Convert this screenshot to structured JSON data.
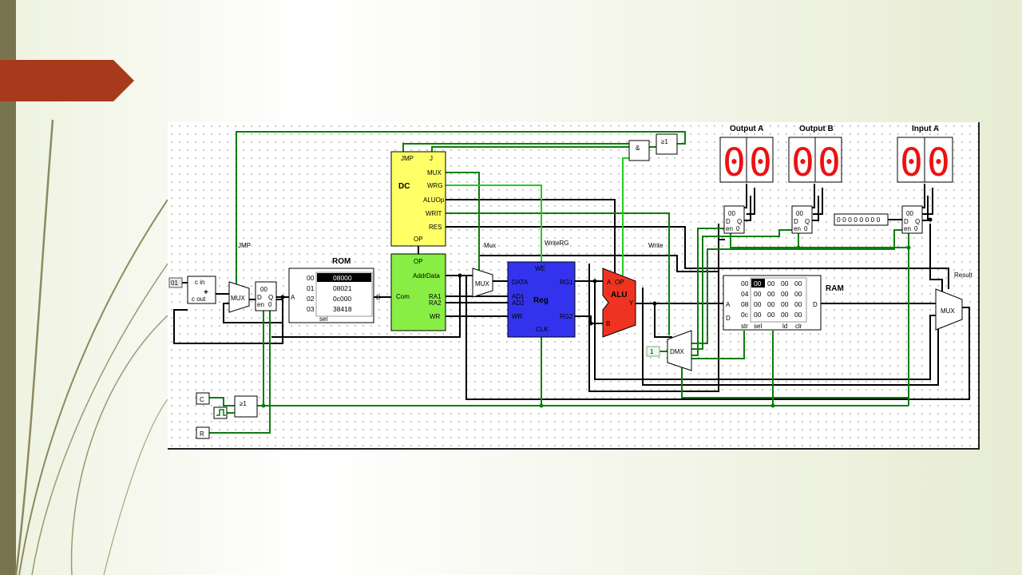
{
  "colors": {
    "wire_dark": "#000000",
    "wire_active": "#0b7d0b",
    "wire_light": "#22cc22",
    "decoder": "#ffff66",
    "controller": "#88ee44",
    "register_file": "#3333ee",
    "alu": "#ee3322",
    "digit": "#ee1111",
    "accent": "#a63a1a"
  },
  "labels": {
    "output_a": "Output A",
    "output_b": "Output B",
    "input_a": "Input A",
    "rom": "ROM",
    "ram": "RAM",
    "dc": "DC",
    "reg": "Reg",
    "alu": "ALU",
    "result": "Result",
    "jmp_wire": "JMP",
    "mux_wire": "Mux",
    "writerg_wire": "WriteRG",
    "write_wire": "Write",
    "const_01": "01",
    "const_1": "1",
    "clock_button": "C",
    "reset_button": "R",
    "and_gate": "&",
    "or_gate": "≥1",
    "or_gate2": "≥1",
    "mux": "MUX",
    "dmx": "DMX",
    "plus": "+",
    "cin": "c in",
    "cout": "c out",
    "reg_d": "D",
    "reg_q": "Q",
    "reg_en": "en",
    "val_00": "00",
    "val_0": "0",
    "rom_a": "A",
    "rom_d": "D",
    "rom_sel": "sel"
  },
  "seven_segment": {
    "output_a": [
      "0",
      "0"
    ],
    "output_b": [
      "0",
      "0"
    ],
    "input_a": [
      "0",
      "0"
    ]
  },
  "input_switch_value": "0 0 0 0 0 0 0 0",
  "rom": {
    "addresses": [
      "00",
      "01",
      "02",
      "03"
    ],
    "values": [
      "08000",
      "08021",
      "0c000",
      "38418"
    ],
    "selected_row": 0
  },
  "ram": {
    "addresses": [
      "00",
      "04",
      "08",
      "0c"
    ],
    "rows": [
      [
        "00",
        "00",
        "00",
        "00"
      ],
      [
        "00",
        "00",
        "00",
        "00"
      ],
      [
        "00",
        "00",
        "00",
        "00"
      ],
      [
        "00",
        "00",
        "00",
        "00"
      ]
    ],
    "ports": [
      "str",
      "sel",
      "ld",
      "clr"
    ],
    "a_port": "A",
    "d_port": "D",
    "d_out": "D"
  },
  "dc_ports": {
    "top": [
      "JMP",
      "J"
    ],
    "right": [
      "MUX",
      "WRG",
      "ALUOp",
      "WRIT",
      "RES"
    ],
    "bottom": "OP"
  },
  "controller_ports": {
    "top": "OP",
    "right": [
      "AddrData",
      "RA1",
      "RA2",
      "WR"
    ],
    "left": "Com"
  },
  "reg_ports": {
    "top": "WE",
    "left": [
      "DATA",
      "AD1",
      "AD2",
      "WR"
    ],
    "right": [
      "RG1",
      "RG2"
    ],
    "bottom": "CLK"
  },
  "alu_ports": {
    "a": "A",
    "op": "OP",
    "b": "B",
    "y": "Y"
  }
}
